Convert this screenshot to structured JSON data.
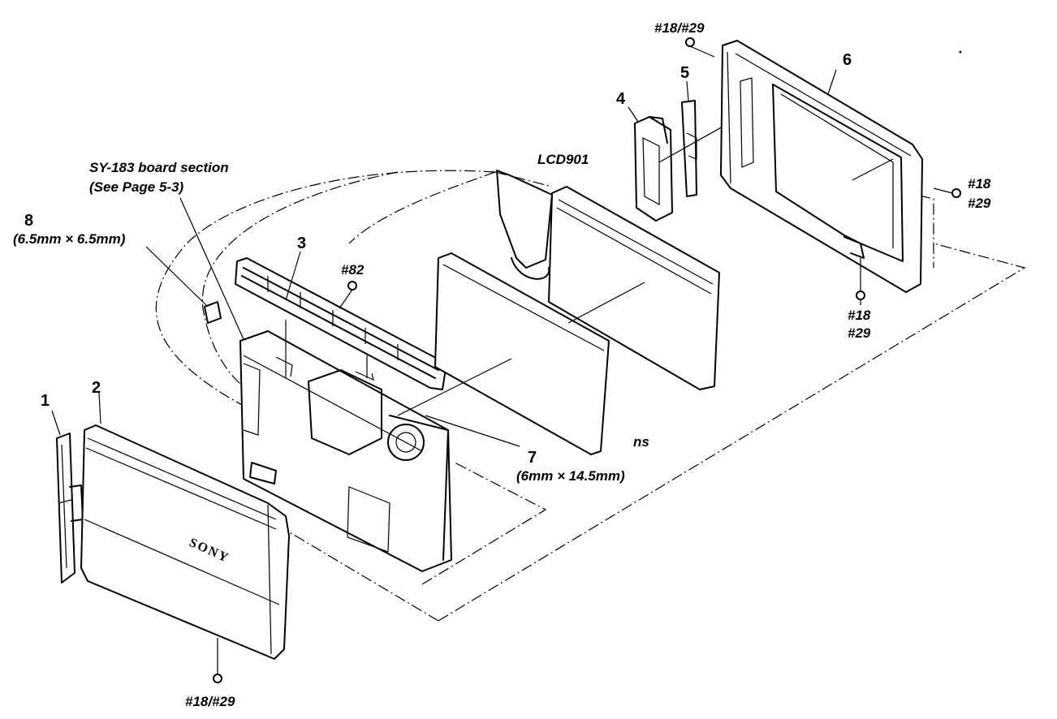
{
  "callouts": {
    "p1": "1",
    "p2": "2",
    "p3": "3",
    "p4": "4",
    "p5": "5",
    "p6": "6",
    "p7": "7",
    "p8": "8"
  },
  "part_notes": {
    "sy183_line1": "SY-183 board section",
    "sy183_line2": "(See  Page 5-3)",
    "p8_size": "(6.5mm × 6.5mm)",
    "p7_size": "(6mm × 14.5mm)",
    "lcd": "LCD901",
    "ns": "ns"
  },
  "screws": {
    "top_panel6": "#18/#29",
    "right_a": "#18",
    "right_b": "#29",
    "bottom_panel6_a": "#18",
    "bottom_panel6_b": "#29",
    "frame_screw": "#82",
    "front_cover": "#18/#29"
  },
  "brand_mark": "SONY",
  "icons": [
    "screw-icon"
  ]
}
